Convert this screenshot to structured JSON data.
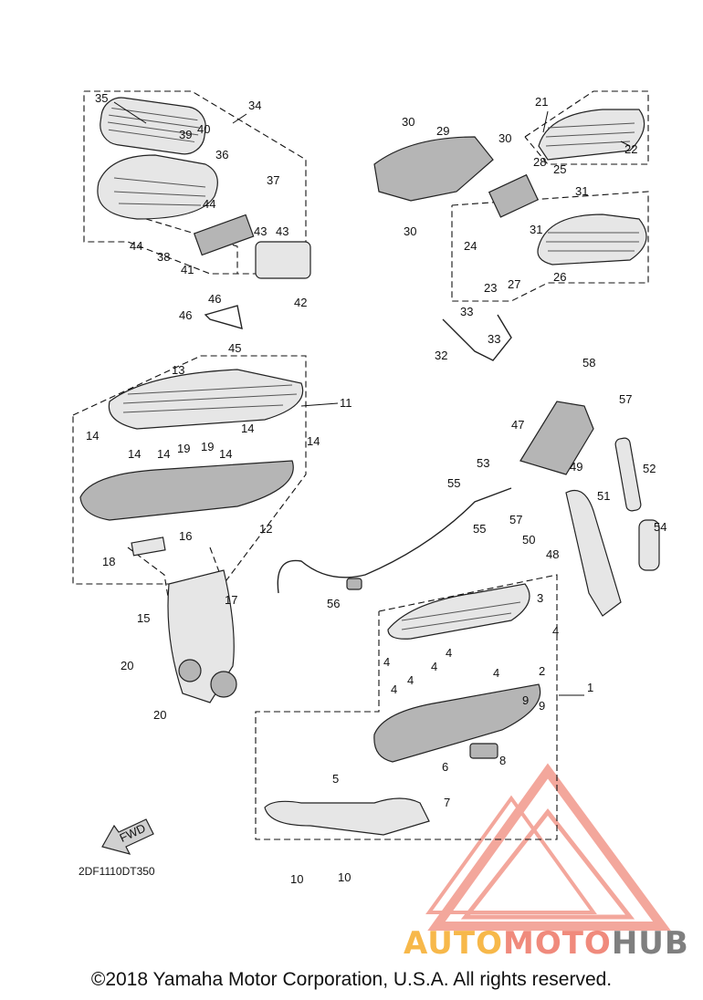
{
  "diagram": {
    "drawing_code": "2DF1110DT350",
    "fwd_label": "FWD",
    "copyright": "©2018 Yamaha Motor Corporation, U.S.A. All rights reserved.",
    "watermark": {
      "part1": "AUTO",
      "part2": "MOTO",
      "part3": "HUB"
    },
    "callouts": [
      "1",
      "2",
      "3",
      "4",
      "4",
      "4",
      "4",
      "4",
      "4",
      "4",
      "5",
      "6",
      "7",
      "8",
      "9",
      "9",
      "10",
      "10",
      "11",
      "12",
      "13",
      "14",
      "14",
      "14",
      "14",
      "14",
      "14",
      "15",
      "16",
      "17",
      "18",
      "19",
      "19",
      "20",
      "20",
      "21",
      "22",
      "23",
      "24",
      "25",
      "26",
      "27",
      "28",
      "29",
      "30",
      "30",
      "30",
      "31",
      "31",
      "32",
      "33",
      "33",
      "34",
      "35",
      "36",
      "37",
      "38",
      "39",
      "40",
      "41",
      "42",
      "43",
      "43",
      "44",
      "44",
      "45",
      "46",
      "46",
      "47",
      "48",
      "49",
      "50",
      "51",
      "52",
      "53",
      "54",
      "55",
      "55",
      "56",
      "57",
      "57",
      "58"
    ]
  }
}
